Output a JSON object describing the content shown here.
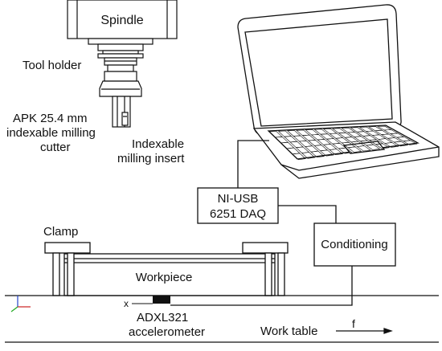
{
  "labels": {
    "spindle": "Spindle",
    "tool_holder": "Tool holder",
    "cutter_l1": "APK 25.4 mm",
    "cutter_l2": "indexable milling",
    "cutter_l3": "cutter",
    "insert_l1": "Indexable",
    "insert_l2": "milling insert",
    "daq_l1": "NI-USB",
    "daq_l2": "6251 DAQ",
    "conditioning": "Conditioning",
    "clamp": "Clamp",
    "workpiece": "Workpiece",
    "accel_l1": "ADXL321",
    "accel_l2": "accelerometer",
    "work_table": "Work table",
    "feed": "f",
    "axis_x": "x"
  },
  "colors": {
    "line": "#111111",
    "axis_x": "#cc2222",
    "axis_y": "#22aa22",
    "axis_z": "#2244cc"
  }
}
